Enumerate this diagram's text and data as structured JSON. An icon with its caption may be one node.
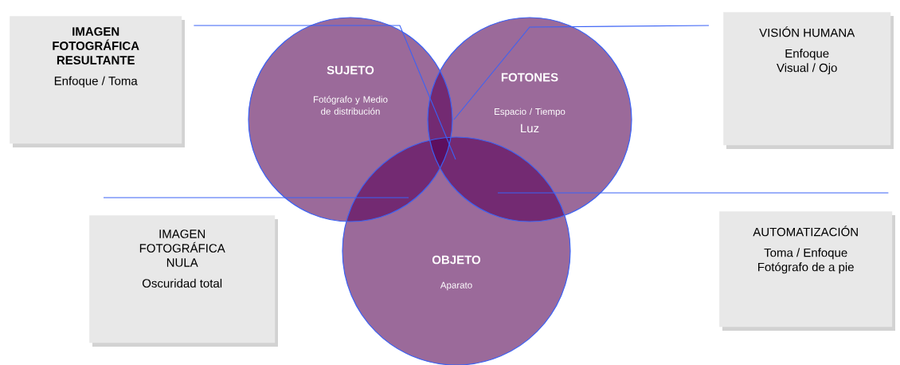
{
  "diagram": {
    "nodes": [
      {
        "text": [
          "IMAGEN FOTOGRÁFICA RESULTANTE",
          "Enfoque / Toma"
        ]
      },
      {
        "text": [
          "SUJETO",
          "Fotógrafo y Medio de distribución"
        ]
      },
      {
        "text": [
          "FOTONES",
          "Espacio / Tiempo",
          "Luz"
        ]
      },
      {
        "text": [
          "VISIÓN HUMANA",
          "Enfoque Visual / Ojo"
        ]
      },
      {
        "text": [
          "IMAGEN FOTOGRÁFICA NULA",
          "Oscuridad total"
        ]
      },
      {
        "text": [
          "OBJETO",
          "Aparato"
        ]
      },
      {
        "text": [
          "AUTOMATIZACIÓN",
          "Toma / Enfoque Fotógrafo de a pie"
        ]
      }
    ],
    "edges": [
      {
        "from": 0,
        "to": 2,
        "arrow": "none"
      },
      {
        "from": 3,
        "to": 1,
        "arrow": "none"
      },
      {
        "from": 4,
        "to": 1,
        "arrow": "none"
      },
      {
        "from": 6,
        "to": 2,
        "arrow": "none"
      }
    ]
  }
}
